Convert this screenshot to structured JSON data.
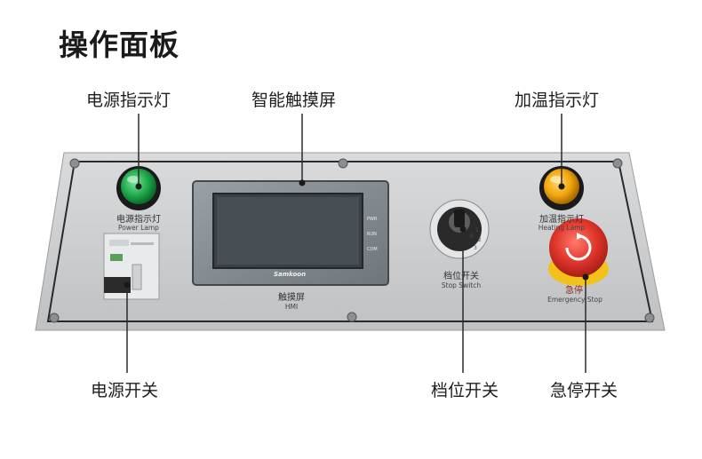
{
  "title": "操作面板",
  "callouts": {
    "power_indicator": "电源指示灯",
    "touchscreen": "智能触摸屏",
    "heating_indicator": "加温指示灯",
    "power_switch": "电源开关",
    "gear_switch": "档位开关",
    "emergency_stop": "急停开关"
  },
  "panel_labels": {
    "power_lamp_cn": "电源指示灯",
    "power_lamp_en": "Power Lamp",
    "heating_lamp_cn": "加温指示灯",
    "heating_lamp_en": "Heating Lamp",
    "hmi_cn": "触摸屏",
    "hmi_en": "HMI",
    "stop_switch_cn": "档位开关",
    "stop_switch_en": "Stop Switch",
    "emergency_cn": "急停",
    "emergency_en": "Emergency Stop",
    "screen_brand": "Samkoon",
    "led_pwr": "PWR",
    "led_run": "RUN",
    "led_com": "COM",
    "knob_marks": [
      "0",
      "1",
      "2",
      "3"
    ]
  },
  "colors": {
    "panel": "#c9cbcc",
    "green_lamp": "#1faa4a",
    "amber_lamp": "#f2a60c",
    "estop_red": "#e0352b",
    "estop_yellow": "#f3c21a",
    "screen_frame": "#5c5f62"
  }
}
